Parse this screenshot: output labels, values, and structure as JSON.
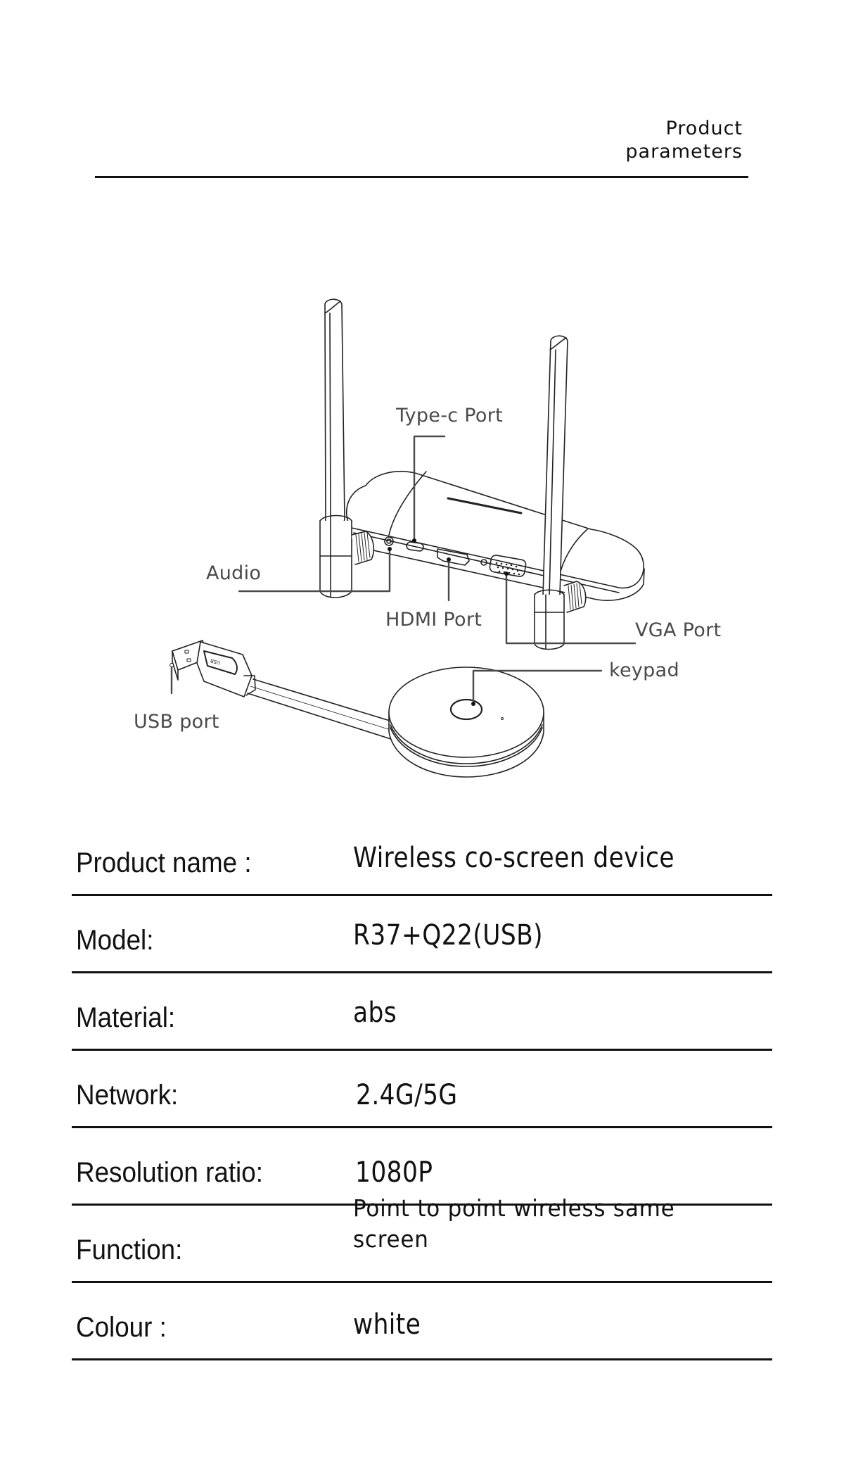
{
  "header": {
    "title_line1": "Product",
    "title_line2": "parameters"
  },
  "diagram": {
    "callouts": {
      "type_c_port": "Type-c Port",
      "audio": "Audio",
      "hdmi_port": "HDMI Port",
      "vga_port": "VGA Port",
      "keypad": "keypad",
      "usb_port": "USB port"
    },
    "usb_plug_text": "USB"
  },
  "specs": [
    {
      "label": "Product name :",
      "value": "Wireless co-screen device"
    },
    {
      "label": "Model:",
      "value": "R37+Q22(USB)"
    },
    {
      "label": "Material:",
      "value": "abs"
    },
    {
      "label": "Network:",
      "value": "2.4G/5G"
    },
    {
      "label": "Resolution ratio:",
      "value": "1080P"
    },
    {
      "label": "Function:",
      "value": "Point to point wireless same screen"
    },
    {
      "label": "Colour :",
      "value": "white"
    }
  ],
  "colors": {
    "text": "#111111",
    "callout_text": "#4a4a4a",
    "rule": "#111111",
    "line_art": "#222222",
    "background": "#ffffff"
  }
}
